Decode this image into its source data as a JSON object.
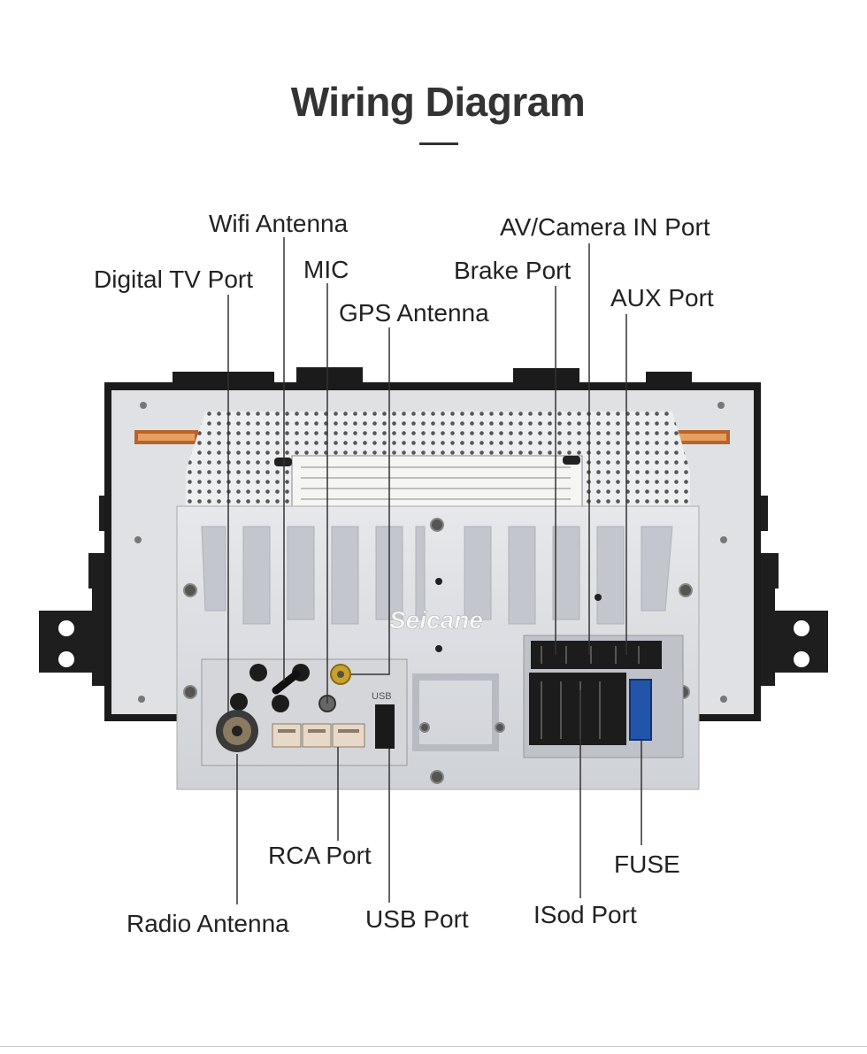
{
  "title": "Wiring Diagram",
  "watermark": "Seicane",
  "usb_silkscreen": "USB",
  "labels": {
    "wifi_antenna": "Wifi Antenna",
    "av_camera_in_port": "AV/Camera IN  Port",
    "digital_tv_port": "Digital TV Port",
    "mic": "MIC",
    "brake_port": "Brake Port",
    "aux_port": "AUX  Port",
    "gps_antenna": "GPS Antenna",
    "rca_port": "RCA  Port",
    "fuse": "FUSE",
    "radio_antenna": "Radio  Antenna",
    "usb_port": "USB Port",
    "isod_port": "ISod Port"
  },
  "colors": {
    "title": "#333333",
    "bracket": "#1e1e1e",
    "chassis": "#d9dbdf",
    "heatsink": "#cdd0d6",
    "leader_line": "#333333"
  }
}
